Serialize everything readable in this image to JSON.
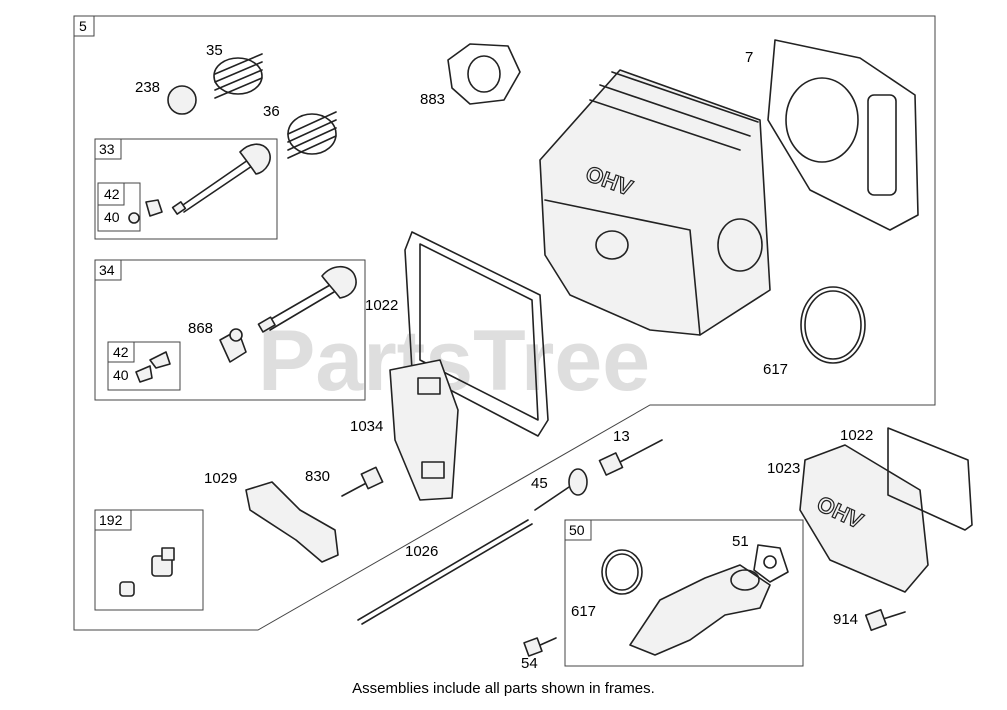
{
  "watermark": "PartsTree",
  "caption": "Assemblies include all parts shown in frames.",
  "frames": {
    "main": "5",
    "intake_valve": "33",
    "intake_keeper": "42",
    "intake_retainer": "40",
    "exhaust_valve": "34",
    "exhaust_keeper": "42",
    "exhaust_retainer": "40",
    "breather": "192",
    "intake_manifold": "50"
  },
  "parts": {
    "p35": "35",
    "p238": "238",
    "p36": "36",
    "p883": "883",
    "p7": "7",
    "p1022a": "1022",
    "p868": "868",
    "p617a": "617",
    "p1034": "1034",
    "p13": "13",
    "p1022b": "1022",
    "p1029": "1029",
    "p830": "830",
    "p1023": "1023",
    "p45": "45",
    "p1026": "1026",
    "p51": "51",
    "p617b": "617",
    "p914": "914",
    "p54": "54"
  },
  "icons": [
    "engine-head-icon",
    "gasket-icon",
    "valve-icon",
    "spring-icon",
    "bolt-icon",
    "rocker-arm-icon",
    "valve-cover-icon",
    "push-rod-icon",
    "manifold-icon",
    "o-ring-icon"
  ]
}
